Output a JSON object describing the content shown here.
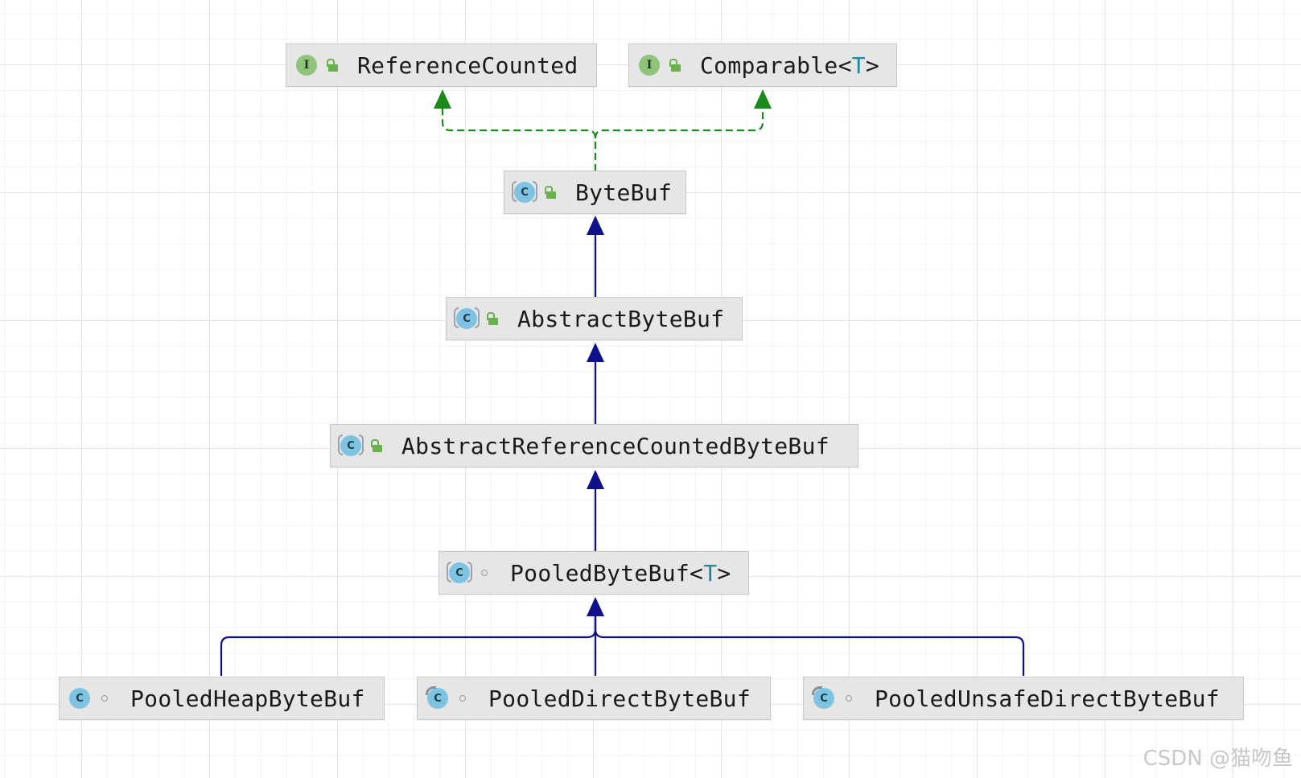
{
  "nodes": {
    "reference_counted": {
      "label": "ReferenceCounted",
      "kind": "interface",
      "icon_letter": "I",
      "visibility": "public"
    },
    "comparable": {
      "label": "Comparable<",
      "type_param": "T",
      "label_close": ">",
      "kind": "interface",
      "icon_letter": "I",
      "visibility": "public"
    },
    "byte_buf": {
      "label": "ByteBuf",
      "kind": "abstract-class",
      "icon_letter": "C",
      "visibility": "public"
    },
    "abstract_byte_buf": {
      "label": "AbstractByteBuf",
      "kind": "abstract-class",
      "icon_letter": "C",
      "visibility": "public"
    },
    "abstract_reference_counted_byte_buf": {
      "label": "AbstractReferenceCountedByteBuf",
      "kind": "abstract-class",
      "icon_letter": "C",
      "visibility": "public"
    },
    "pooled_byte_buf": {
      "label": "PooledByteBuf<",
      "type_param": "T",
      "label_close": ">",
      "kind": "abstract-class",
      "icon_letter": "C",
      "visibility": "package-private"
    },
    "pooled_heap_byte_buf": {
      "label": "PooledHeapByteBuf",
      "kind": "class",
      "icon_letter": "C",
      "visibility": "package-private"
    },
    "pooled_direct_byte_buf": {
      "label": "PooledDirectByteBuf",
      "kind": "final-class",
      "icon_letter": "C",
      "visibility": "package-private"
    },
    "pooled_unsafe_direct_byte_buf": {
      "label": "PooledUnsafeDirectByteBuf",
      "kind": "final-class",
      "icon_letter": "C",
      "visibility": "package-private"
    }
  },
  "edges": [
    {
      "from": "byte_buf",
      "to": "reference_counted",
      "relation": "implements",
      "style": "dashed",
      "color": "#1a8a1a"
    },
    {
      "from": "byte_buf",
      "to": "comparable",
      "relation": "implements",
      "style": "dashed",
      "color": "#1a8a1a"
    },
    {
      "from": "abstract_byte_buf",
      "to": "byte_buf",
      "relation": "extends",
      "style": "solid",
      "color": "#10108a"
    },
    {
      "from": "abstract_reference_counted_byte_buf",
      "to": "abstract_byte_buf",
      "relation": "extends",
      "style": "solid",
      "color": "#10108a"
    },
    {
      "from": "pooled_byte_buf",
      "to": "abstract_reference_counted_byte_buf",
      "relation": "extends",
      "style": "solid",
      "color": "#10108a"
    },
    {
      "from": "pooled_heap_byte_buf",
      "to": "pooled_byte_buf",
      "relation": "extends",
      "style": "solid",
      "color": "#10108a"
    },
    {
      "from": "pooled_direct_byte_buf",
      "to": "pooled_byte_buf",
      "relation": "extends",
      "style": "solid",
      "color": "#10108a"
    },
    {
      "from": "pooled_unsafe_direct_byte_buf",
      "to": "pooled_byte_buf",
      "relation": "extends",
      "style": "solid",
      "color": "#10108a"
    }
  ],
  "colors": {
    "implements_edge": "#1a8a1a",
    "extends_edge": "#10108a",
    "node_bg": "#e6e6e6",
    "interface_icon": "#8fc47a",
    "class_icon": "#7fc3e3"
  },
  "watermark": "CSDN @猫吻鱼"
}
